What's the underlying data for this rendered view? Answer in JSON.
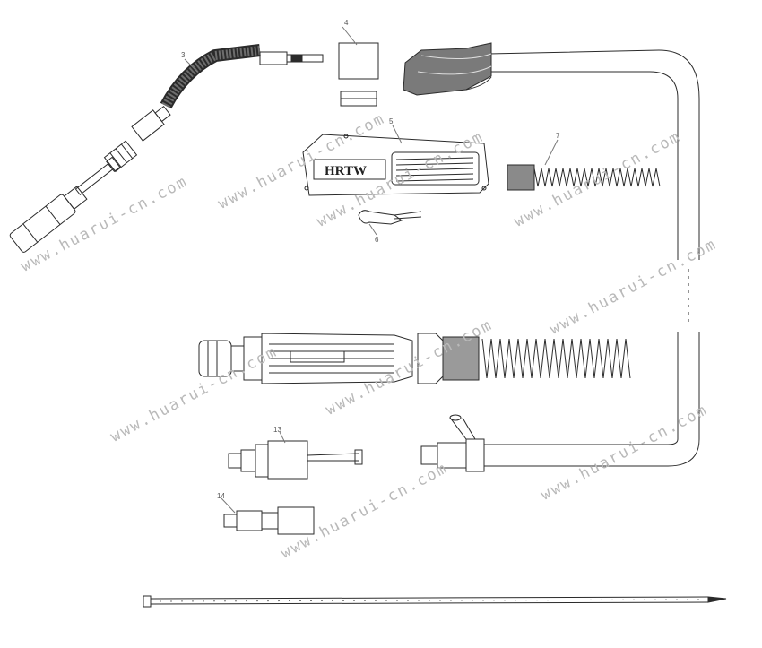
{
  "labels": {
    "brand": "HRTW",
    "part_3": "3",
    "part_4": "4",
    "part_5": "5",
    "part_6": "6",
    "part_7": "7",
    "part_13": "13",
    "part_14": "14"
  },
  "watermark": {
    "text": "www.huarui-cn.com"
  },
  "colors": {
    "line": "#2b2b2b",
    "watermark": "#b9b9b9"
  }
}
